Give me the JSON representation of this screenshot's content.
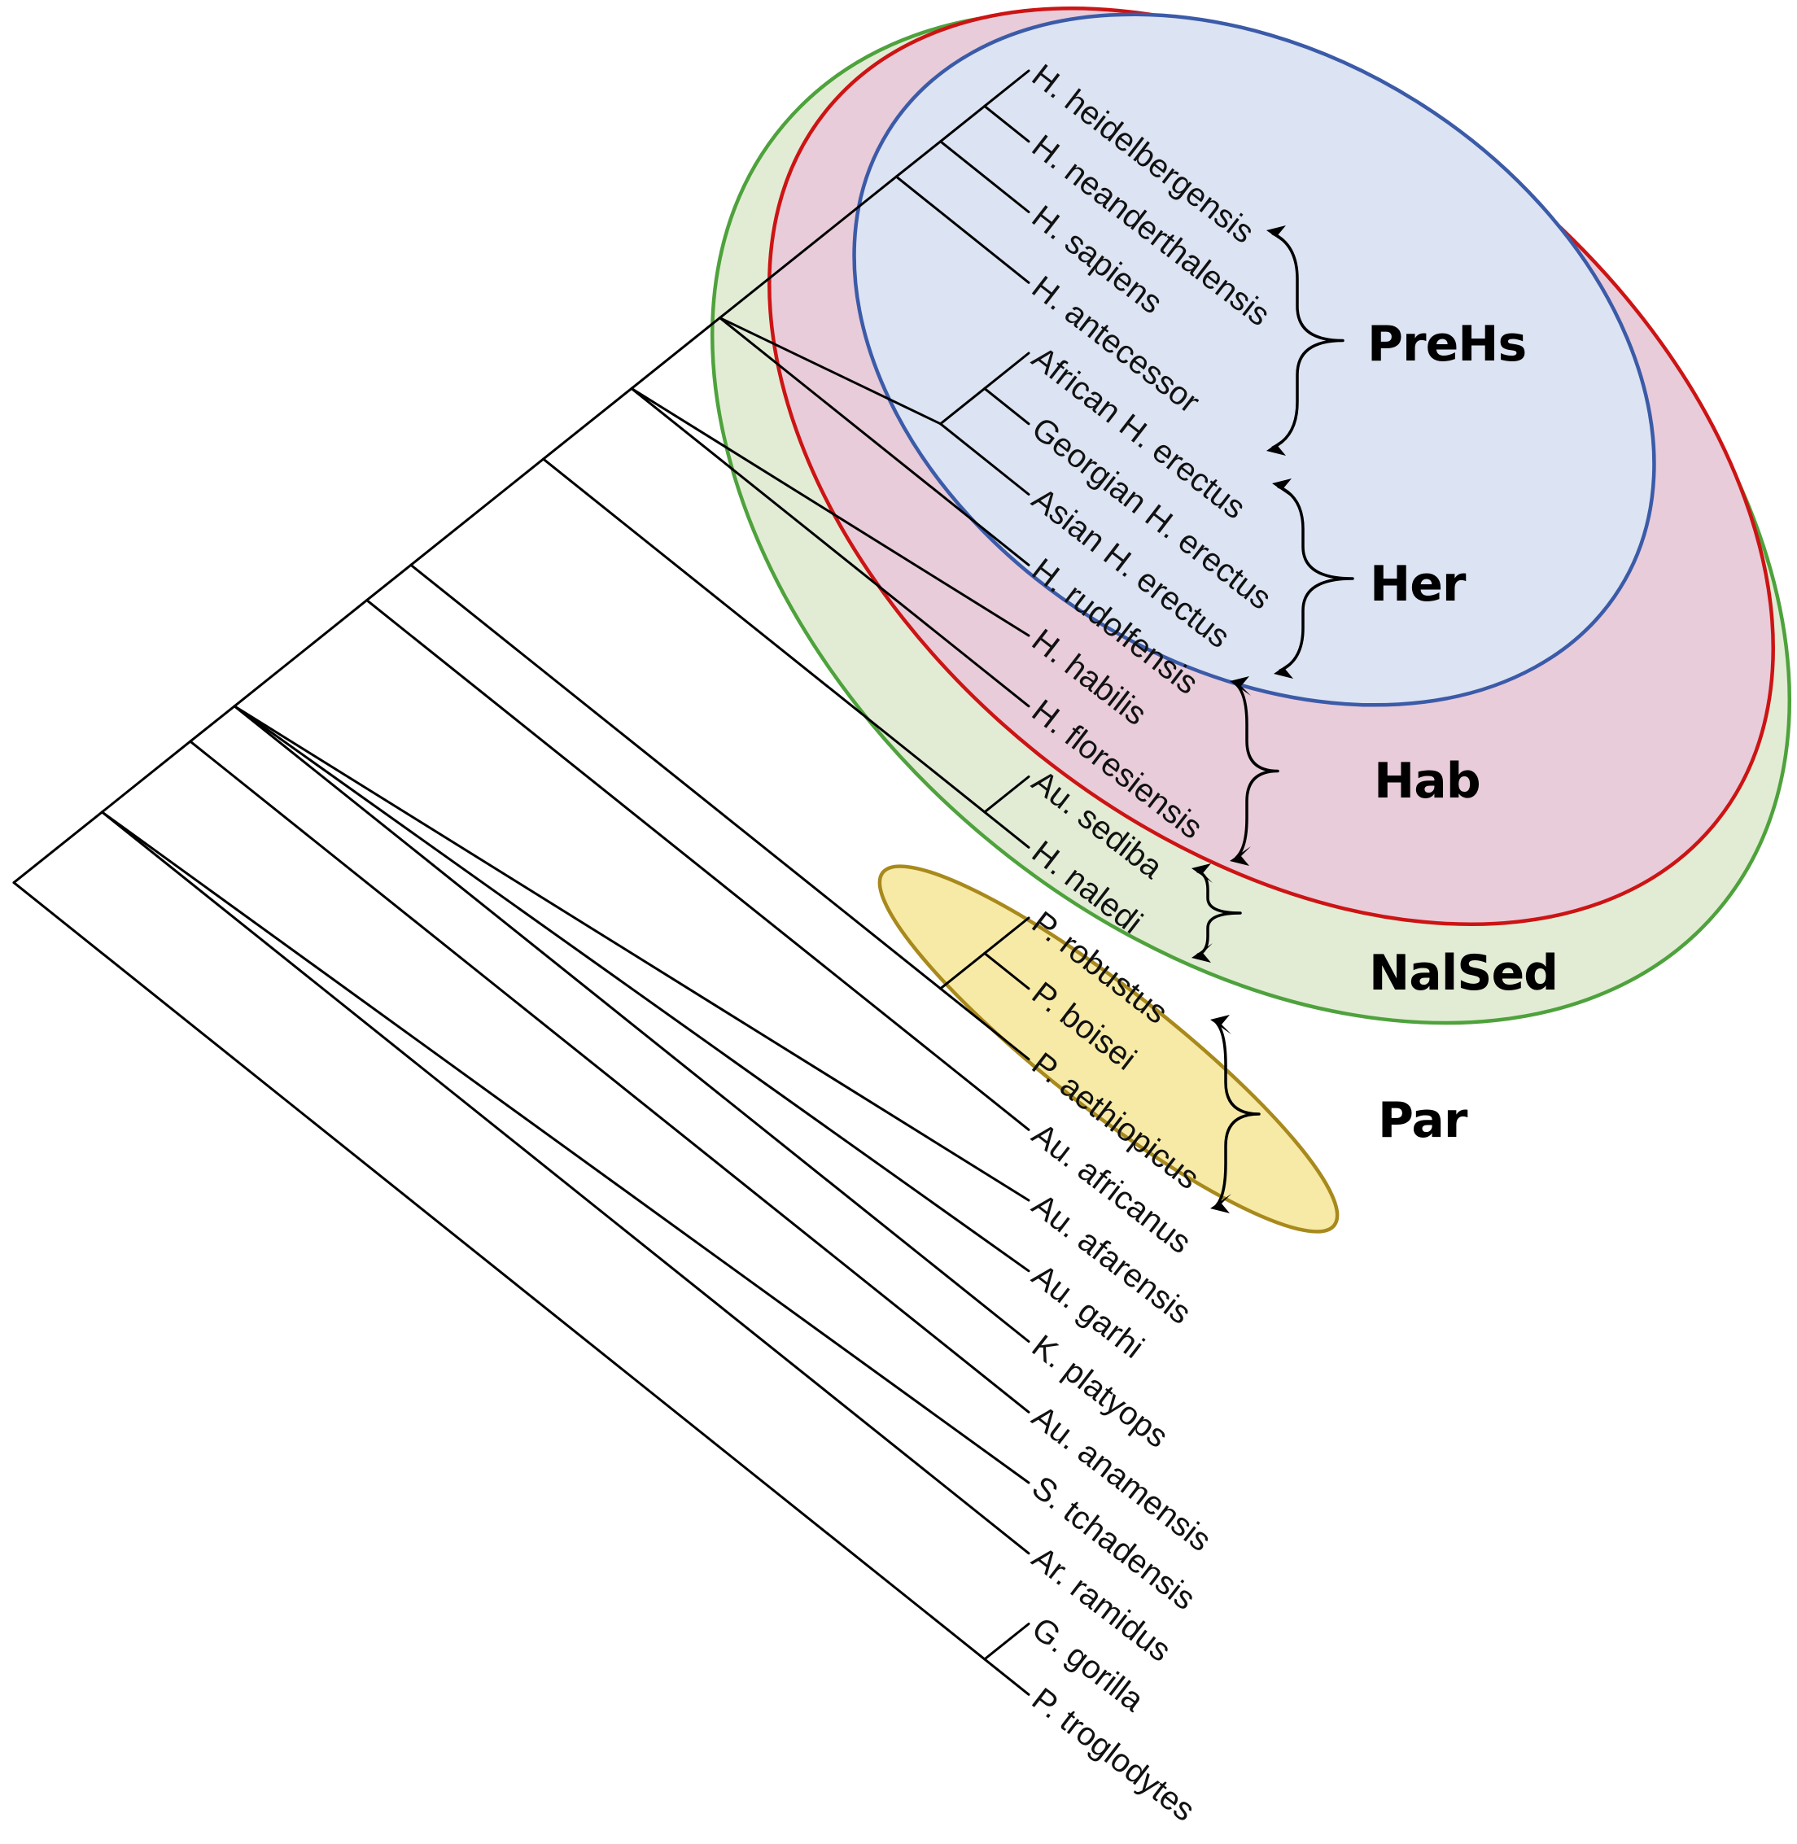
{
  "figure": {
    "type": "slanted phylogenetic cladogram (hominins)",
    "taxa": [
      "H. heidelbergensis",
      "H. neanderthalensis",
      "H. sapiens",
      "H. antecessor",
      "African H. erectus",
      "Georgian H. erectus",
      "Asian H. erectus",
      "H. rudolfensis",
      "H. habilis",
      "H. floresiensis",
      "Au. sediba",
      "H. naledi",
      "P. robustus",
      "P. boisei",
      "P. aethiopicus",
      "Au. africanus",
      "Au. afarensis",
      "Au. garhi",
      "K. platyops",
      "Au. anamensis",
      "S. tchadensis",
      "Ar. ramidus",
      "G. gorilla",
      "P. troglodytes"
    ],
    "tree": [
      [
        [
          [
            [
              [
                [
                  [
                    [
                      [
                        [
                          [
                            "H. heidelbergensis",
                            "H. neanderthalensis"
                          ],
                          "H. sapiens"
                        ],
                        "H. antecessor"
                      ],
                      [
                        [
                          "African H. erectus",
                          "Georgian H. erectus"
                        ],
                        "Asian H. erectus"
                      ],
                      "H. rudolfensis"
                    ],
                    "H. habilis",
                    "H. floresiensis"
                  ],
                  [
                    "Au. sediba",
                    "H. naledi"
                  ]
                ],
                [
                  [
                    "P. robustus",
                    "P. boisei"
                  ],
                  "P. aethiopicus"
                ]
              ],
              "Au. africanus"
            ],
            "Au. afarensis",
            "Au. garhi",
            "K. platyops"
          ],
          "Au. anamensis"
        ],
        "S. tchadensis",
        "Ar. ramidus"
      ],
      [
        "G. gorilla",
        "P. troglodytes"
      ]
    ],
    "groups": [
      {
        "id": "NalSed",
        "label": "NalSed",
        "first_taxon": "Au. sediba",
        "last_taxon": "H. naledi",
        "fill": "#e2ecd5",
        "stroke": "#4ea23c"
      },
      {
        "id": "Hab",
        "label": "Hab",
        "first_taxon": "H. rudolfensis",
        "last_taxon": "H. floresiensis",
        "fill": "#e8ccd9",
        "stroke": "#cc1414"
      },
      {
        "id": "Her",
        "label": "Her",
        "first_taxon": "African H. erectus",
        "last_taxon": "Asian H. erectus",
        "fill": "#dce3f2",
        "stroke": "#3b5ba8"
      },
      {
        "id": "PreHs",
        "label": "PreHs",
        "first_taxon": "H. heidelbergensis",
        "last_taxon": "H. antecessor",
        "fill": "#dce3f2",
        "stroke": "#3b5ba8"
      },
      {
        "id": "Par",
        "label": "Par",
        "first_taxon": "P. robustus",
        "last_taxon": "P. aethiopicus",
        "fill": "#f7eaa6",
        "stroke": "#a8891c"
      }
    ],
    "colors": {
      "branch": "#000000",
      "label_text": "#111111",
      "group_label_text": "#000000",
      "green_fill": "#e2ecd5",
      "green_stroke": "#4ea23c",
      "red_fill": "#e8ccd9",
      "red_stroke": "#cc1414",
      "blue_fill": "#dce3f2",
      "blue_stroke": "#3b5ba8",
      "yellow_fill": "#f7eaa6",
      "yellow_stroke": "#a8891c"
    }
  }
}
